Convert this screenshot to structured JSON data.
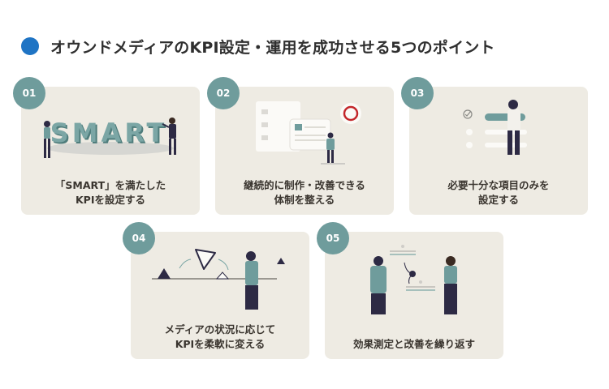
{
  "header": {
    "title": "オウンドメディアのKPI設定・運用を成功させる5つのポイント",
    "accent_color": "#1f74c4"
  },
  "colors": {
    "card_bg": "#eeebe3",
    "badge_bg": "#6f9c9c",
    "text": "#3a352f",
    "illustration_teal": "#6f9c9c",
    "illustration_navy": "#2d2a44",
    "circle_red": "#c3272b"
  },
  "cards": [
    {
      "number": "01",
      "line1": "「SMART」を満たした",
      "line2": "KPIを設定する",
      "illustration": "smart-letters-people",
      "smart_text": "SMART"
    },
    {
      "number": "02",
      "line1": "継続的に制作・改善できる",
      "line2": "体制を整える",
      "illustration": "documents-person-circle"
    },
    {
      "number": "03",
      "line1": "必要十分な項目のみを",
      "line2": "設定する",
      "illustration": "checklist-person"
    },
    {
      "number": "04",
      "line1": "メディアの状況に応じて",
      "line2": "KPIを柔軟に変える",
      "illustration": "shapes-person"
    },
    {
      "number": "05",
      "line1": "効果測定と改善を繰り返す",
      "line2": "",
      "illustration": "two-people-exchange"
    }
  ]
}
